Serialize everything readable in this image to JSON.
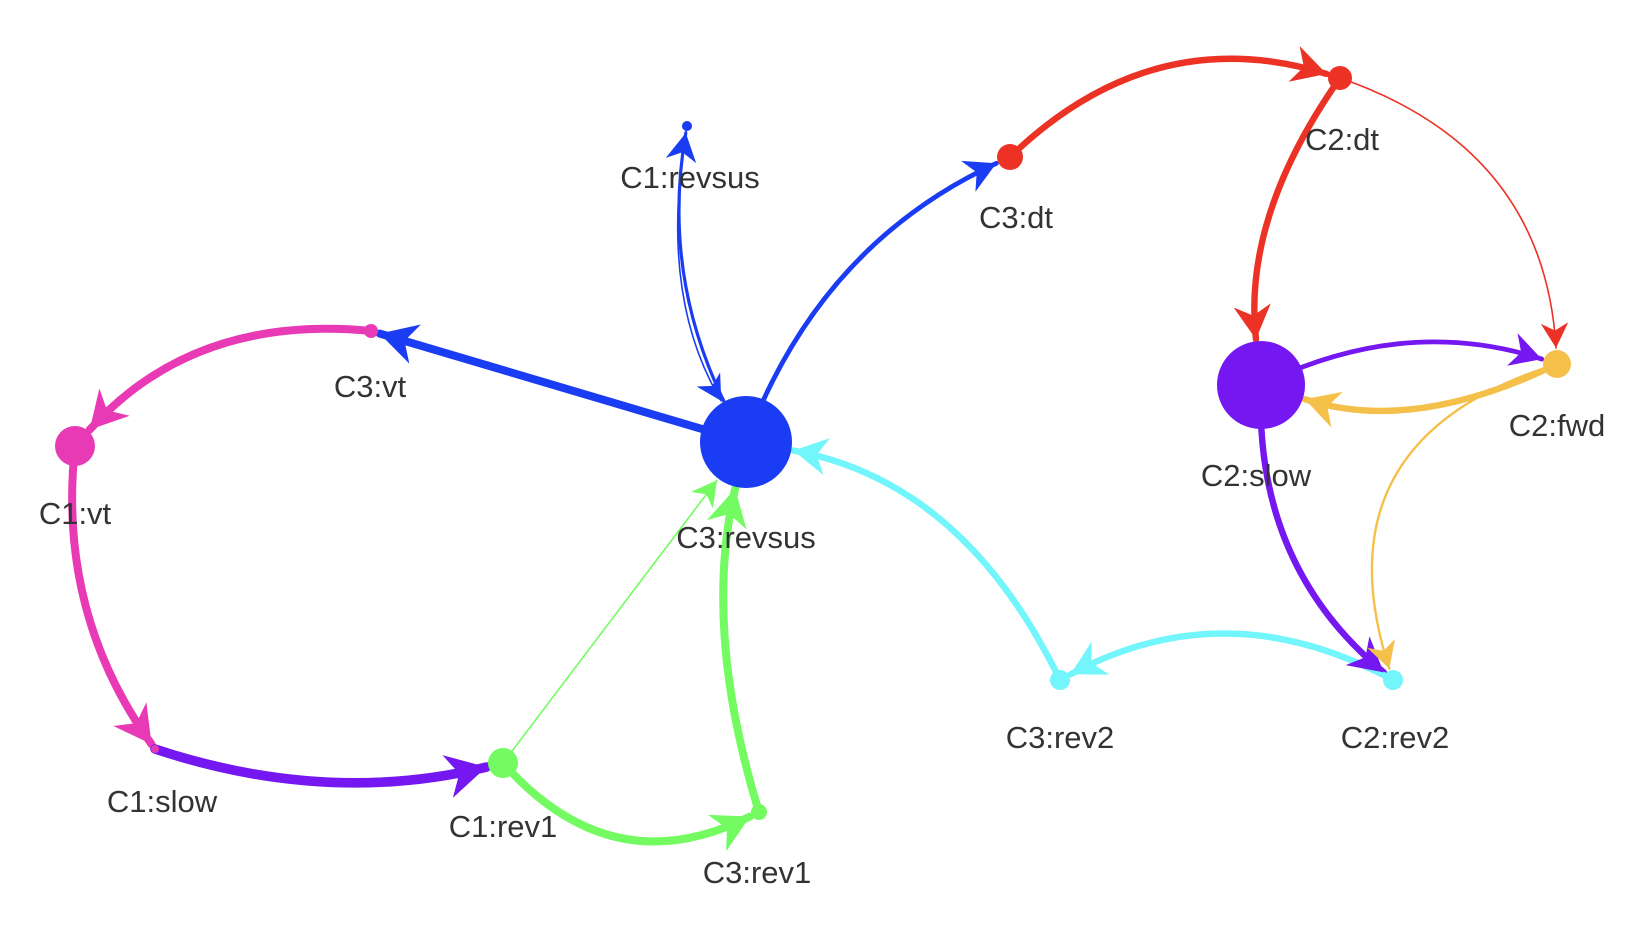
{
  "nodes": [
    {
      "id": "C1:revsus",
      "label": "C1:revsus",
      "color": "#1a3cf2"
    },
    {
      "id": "C3:revsus",
      "label": "C3:revsus",
      "color": "#1a3cf2"
    },
    {
      "id": "C3:dt",
      "label": "C3:dt",
      "color": "#ec3224"
    },
    {
      "id": "C2:dt",
      "label": "C2:dt",
      "color": "#ec3224"
    },
    {
      "id": "C3:vt",
      "label": "C3:vt",
      "color": "#e93ab6"
    },
    {
      "id": "C1:vt",
      "label": "C1:vt",
      "color": "#e93ab6"
    },
    {
      "id": "C1:slow",
      "label": "C1:slow",
      "color": "#e93ab6"
    },
    {
      "id": "C1:rev1",
      "label": "C1:rev1",
      "color": "#74fb62"
    },
    {
      "id": "C3:rev1",
      "label": "C3:rev1",
      "color": "#74fb62"
    },
    {
      "id": "C2:slow",
      "label": "C2:slow",
      "color": "#7417f0"
    },
    {
      "id": "C2:fwd",
      "label": "C2:fwd",
      "color": "#f4c04a"
    },
    {
      "id": "C2:rev2",
      "label": "C2:rev2",
      "color": "#72f5fb"
    },
    {
      "id": "C3:rev2",
      "label": "C3:rev2",
      "color": "#72f5fb"
    }
  ],
  "edges": [
    {
      "from": "C3:revsus",
      "to": "C3:vt",
      "color": "#1a3cf2",
      "weight": 5
    },
    {
      "from": "C3:revsus",
      "to": "C3:dt",
      "color": "#1a3cf2",
      "weight": 3
    },
    {
      "from": "C3:revsus",
      "to": "C1:revsus",
      "color": "#1a3cf2",
      "weight": 2
    },
    {
      "from": "C1:revsus",
      "to": "C3:revsus",
      "color": "#1a3cf2",
      "weight": 1
    },
    {
      "from": "C3:dt",
      "to": "C2:dt",
      "color": "#ec3224",
      "weight": 4
    },
    {
      "from": "C2:dt",
      "to": "C2:slow",
      "color": "#ec3224",
      "weight": 4
    },
    {
      "from": "C2:dt",
      "to": "C2:fwd",
      "color": "#ec3224",
      "weight": 1
    },
    {
      "from": "C2:slow",
      "to": "C2:fwd",
      "color": "#7417f0",
      "weight": 3
    },
    {
      "from": "C2:fwd",
      "to": "C2:slow",
      "color": "#f4c04a",
      "weight": 4
    },
    {
      "from": "C2:slow",
      "to": "C2:rev2",
      "color": "#7417f0",
      "weight": 4
    },
    {
      "from": "C2:fwd",
      "to": "C2:rev2",
      "color": "#f4c04a",
      "weight": 1.5
    },
    {
      "from": "C2:rev2",
      "to": "C3:rev2",
      "color": "#72f5fb",
      "weight": 4
    },
    {
      "from": "C3:rev2",
      "to": "C3:revsus",
      "color": "#72f5fb",
      "weight": 4
    },
    {
      "from": "C3:vt",
      "to": "C1:vt",
      "color": "#e93ab6",
      "weight": 5
    },
    {
      "from": "C1:vt",
      "to": "C1:slow",
      "color": "#e93ab6",
      "weight": 5
    },
    {
      "from": "C1:slow",
      "to": "C1:rev1",
      "color": "#7417f0",
      "weight": 6
    },
    {
      "from": "C1:rev1",
      "to": "C3:rev1",
      "color": "#74fb62",
      "weight": 5
    },
    {
      "from": "C3:rev1",
      "to": "C3:revsus",
      "color": "#74fb62",
      "weight": 5
    },
    {
      "from": "C1:rev1",
      "to": "C3:revsus",
      "color": "#74fb62",
      "weight": 1
    }
  ]
}
